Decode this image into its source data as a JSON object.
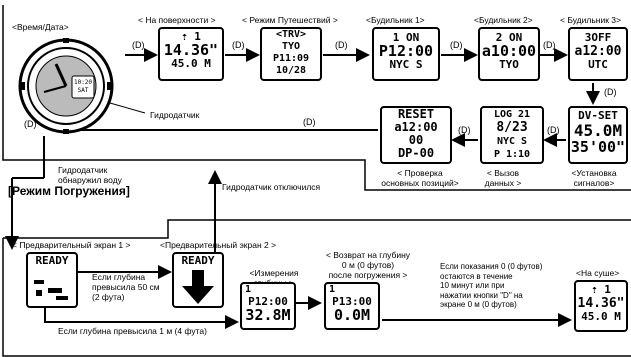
{
  "top": {
    "labels": {
      "time_date": "<Время/Дата>",
      "surface": "< На поверхности >",
      "travel": "< Режим Путешествий >",
      "alarm1": "<Будильник 1>",
      "alarm2": "<Будильник 2>",
      "alarm3": "< Будильник 3>",
      "hydro": "Гидродатчик",
      "check_positions": "< Проверка\nосновных позиций>",
      "recall": "< Вызов\nданных >",
      "set_signals": "<Установка\nсигналов>"
    },
    "d_label": "(D)",
    "screens": {
      "surface": [
        "⇡ 1",
        "14.36\"",
        "45.0 M"
      ],
      "travel": [
        "<TRV>",
        "TYO",
        "P11:09",
        "10/28"
      ],
      "alarm1": [
        "1 ON",
        "P12:00",
        "NYC S"
      ],
      "alarm2": [
        "2 ON",
        "a10:00",
        "TYO"
      ],
      "alarm3": [
        "3OFF",
        "a12:00",
        "UTC"
      ],
      "dv_set": [
        "DV-SET",
        "45.0M",
        "35'00\""
      ],
      "log": [
        "LOG 21",
        "8/23",
        "NYC S",
        "P 1:10"
      ],
      "reset": [
        "RESET",
        "a12:00",
        "00",
        "DP-00"
      ]
    },
    "watch_face": {
      "sub_time": "10:20",
      "sub_day": "SAT"
    }
  },
  "transition": {
    "detected": "Гидродатчик\nобнаружил воду",
    "disabled": "Гидродатчик отключился"
  },
  "dive": {
    "title": "[Режим Погружения]",
    "labels": {
      "pre1": "< Предварительный экран 1 >",
      "pre2": "<Предварительный экран 2 >",
      "measure": "<Измерения\nглубины >",
      "return": "< Возврат на глубину\n0 м (0 футов)\nпосле погружения >",
      "surface": "<На суше>"
    },
    "arrows": {
      "gt50": "Если глубина\nпревысила 50 см\n(2 фута)",
      "gt1m": "Если глубина превысила 1 м (4 фута)",
      "zero10": "Если показания 0 (0 футов)\nостаются в течение\n10 минут или при\nнажатии кнопки \"D\" на\nэкране 0 м (0 футов)"
    },
    "screens": {
      "pre1": [
        "READY"
      ],
      "pre2": [
        "READY"
      ],
      "measure": [
        "1",
        "P12:00",
        "32.8M"
      ],
      "return": [
        "1",
        "P13:00",
        "0.0M"
      ],
      "surface": [
        "⇡ 1",
        "14.36\"",
        "45.0 M"
      ]
    }
  }
}
